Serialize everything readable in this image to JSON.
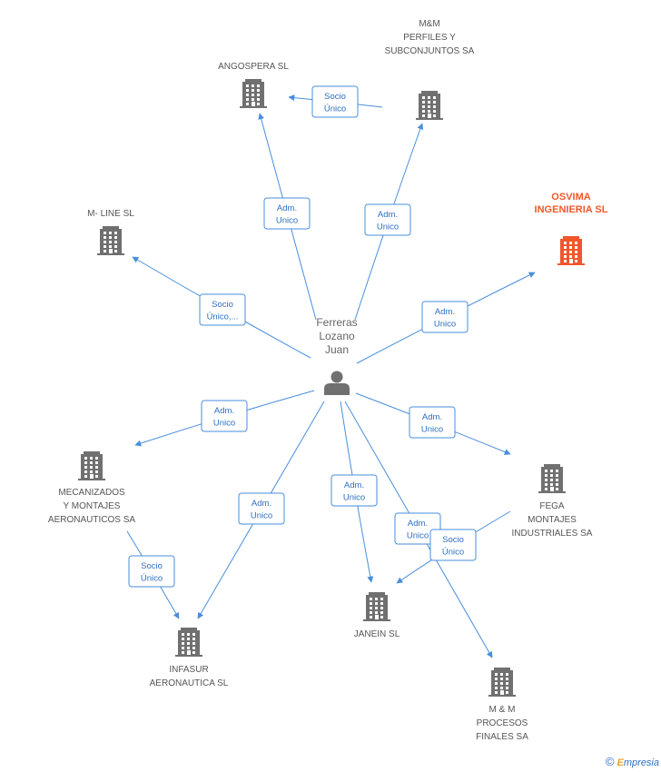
{
  "colors": {
    "edge": "#4a8edb",
    "company": "#707070",
    "highlight": "#f0572a",
    "person": "#707070"
  },
  "person": {
    "lines": [
      "Ferreras",
      "Lozano",
      "Juan"
    ],
    "icon": "person-icon"
  },
  "companies": [
    {
      "id": "angospera",
      "lines": [
        "ANGOSPERA SL"
      ],
      "highlight": false
    },
    {
      "id": "mm-perfiles",
      "lines": [
        "M&M",
        "PERFILES Y",
        "SUBCONJUNTOS SA"
      ],
      "highlight": false
    },
    {
      "id": "mline",
      "lines": [
        "M- LINE SL"
      ],
      "highlight": false
    },
    {
      "id": "osvima",
      "lines": [
        "OSVIMA",
        "INGENIERIA SL"
      ],
      "highlight": true
    },
    {
      "id": "mecanizados",
      "lines": [
        "MECANIZADOS",
        "Y MONTAJES",
        "AERONAUTICOS SA"
      ],
      "highlight": false
    },
    {
      "id": "fega",
      "lines": [
        "FEGA",
        "MONTAJES",
        "INDUSTRIALES SA"
      ],
      "highlight": false
    },
    {
      "id": "janein",
      "lines": [
        "JANEIN SL"
      ],
      "highlight": false
    },
    {
      "id": "infasur",
      "lines": [
        "INFASUR",
        "AERONAUTICA SL"
      ],
      "highlight": false
    },
    {
      "id": "mm-procesos",
      "lines": [
        "M & M",
        "PROCESOS",
        "FINALES SA"
      ],
      "highlight": false
    }
  ],
  "edges": [
    {
      "from": "person",
      "to": "angospera",
      "lines": [
        "Adm.",
        "Unico"
      ]
    },
    {
      "from": "person",
      "to": "mm-perfiles",
      "lines": [
        "Adm.",
        "Unico"
      ]
    },
    {
      "from": "mm-perfiles",
      "to": "angospera",
      "lines": [
        "Socio",
        "Único"
      ]
    },
    {
      "from": "person",
      "to": "mline",
      "lines": [
        "Socio",
        "Único,..."
      ]
    },
    {
      "from": "person",
      "to": "osvima",
      "lines": [
        "Adm.",
        "Unico"
      ]
    },
    {
      "from": "person",
      "to": "mecanizados",
      "lines": [
        "Adm.",
        "Unico"
      ]
    },
    {
      "from": "person",
      "to": "fega",
      "lines": [
        "Adm.",
        "Unico"
      ]
    },
    {
      "from": "person",
      "to": "janein",
      "lines": [
        "Adm.",
        "Unico"
      ]
    },
    {
      "from": "person",
      "to": "infasur",
      "lines": [
        "Adm.",
        "Unico"
      ]
    },
    {
      "from": "person",
      "to": "mm-procesos",
      "lines": [
        "Adm.",
        "Unico"
      ]
    },
    {
      "from": "fega",
      "to": "janein",
      "lines": [
        "Socio",
        "Único"
      ]
    },
    {
      "from": "mecanizados",
      "to": "infasur",
      "lines": [
        "Socio",
        "Único"
      ]
    }
  ],
  "footer": {
    "copyright": "©",
    "brand_first": "E",
    "brand_rest": "mpresia"
  }
}
